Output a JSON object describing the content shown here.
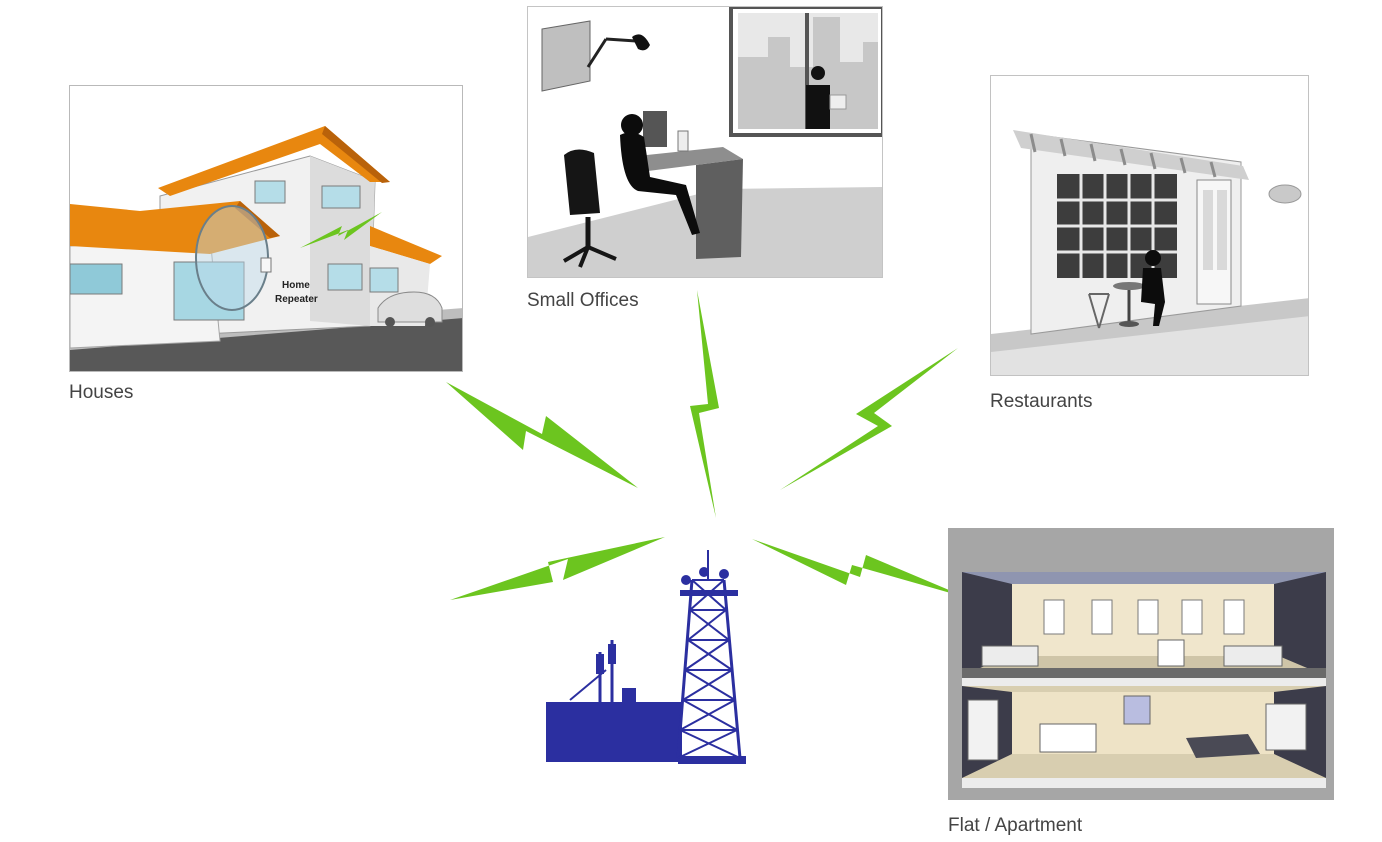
{
  "labels": {
    "houses": "Houses",
    "offices": "Small Offices",
    "restaurants": "Restaurants",
    "apartment": "Flat / Apartment"
  },
  "house_callout": {
    "line1": "Home",
    "line2": "Repeater"
  },
  "colors": {
    "signal_green": "#6cc51f",
    "tower_blue": "#2b2fa0",
    "roof_orange": "#e8870f",
    "label_gray": "#444444"
  }
}
